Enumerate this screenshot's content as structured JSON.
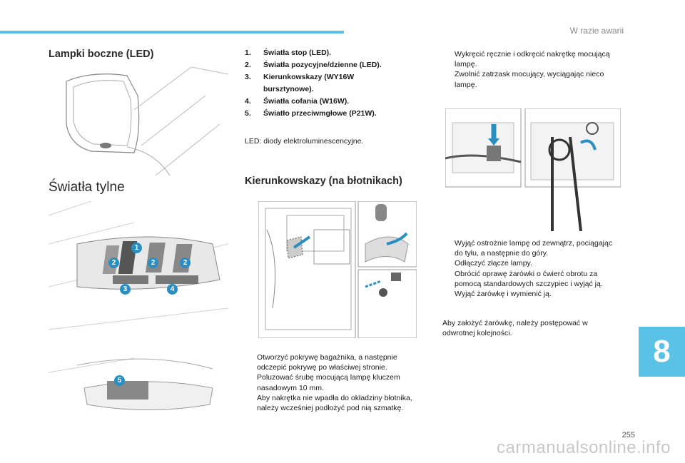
{
  "header": {
    "section": "W razie awarii"
  },
  "col1": {
    "heading1": "Lampki boczne (LED)",
    "heading2": "Światła tylne",
    "callouts": [
      "1",
      "2",
      "2",
      "2",
      "3",
      "4",
      "5"
    ]
  },
  "col2": {
    "bulbs": [
      {
        "num": "1.",
        "text": "Światła stop (LED)."
      },
      {
        "num": "2.",
        "text": "Światła pozycyjne/dzienne (LED)."
      },
      {
        "num": "3.",
        "text": "Kierunkowskazy (WY16W bursztynowe)."
      },
      {
        "num": "4.",
        "text": "Światła cofania (W16W)."
      },
      {
        "num": "5.",
        "text": "Światło przeciwmgłowe (P21W)."
      }
    ],
    "led_note": "LED: diody elektroluminescencyjne.",
    "heading": "Kierunkowskazy (na błotnikach)",
    "steps": [
      "Otworzyć pokrywę bagażnika, a następnie odczepić pokrywę po właściwej stronie.",
      "Poluzować śrubę mocującą lampę kluczem nasadowym 10 mm.",
      "Aby nakrętka nie wpadła do okładziny błotnika, należy wcześniej podłożyć pod nią szmatkę."
    ]
  },
  "col3": {
    "steps_a": [
      "Wykręcić ręcznie i odkręcić nakrętkę mocującą lampę.",
      "Zwolnić zatrzask mocujący, wyciągając nieco lampę."
    ],
    "steps_b": [
      "Wyjąć ostrożnie lampę od zewnątrz, pociągając do tyłu, a następnie do góry.",
      "Odłączyć złącze lampy.",
      "Obrócić oprawę żarówki o ćwierć obrotu za pomocą standardowych szczypiec i wyjąć ją.",
      "Wyjąć żarówkę i wymienić ją."
    ],
    "final_note": "Aby założyć żarówkę, należy postępować w odwrotnej kolejności."
  },
  "bullet_glyph": "",
  "chapter": "8",
  "page_number": "255",
  "watermark": "carmanualsonline.info",
  "colors": {
    "accent": "#5bc2e7",
    "arrow": "#2a8fc0"
  }
}
